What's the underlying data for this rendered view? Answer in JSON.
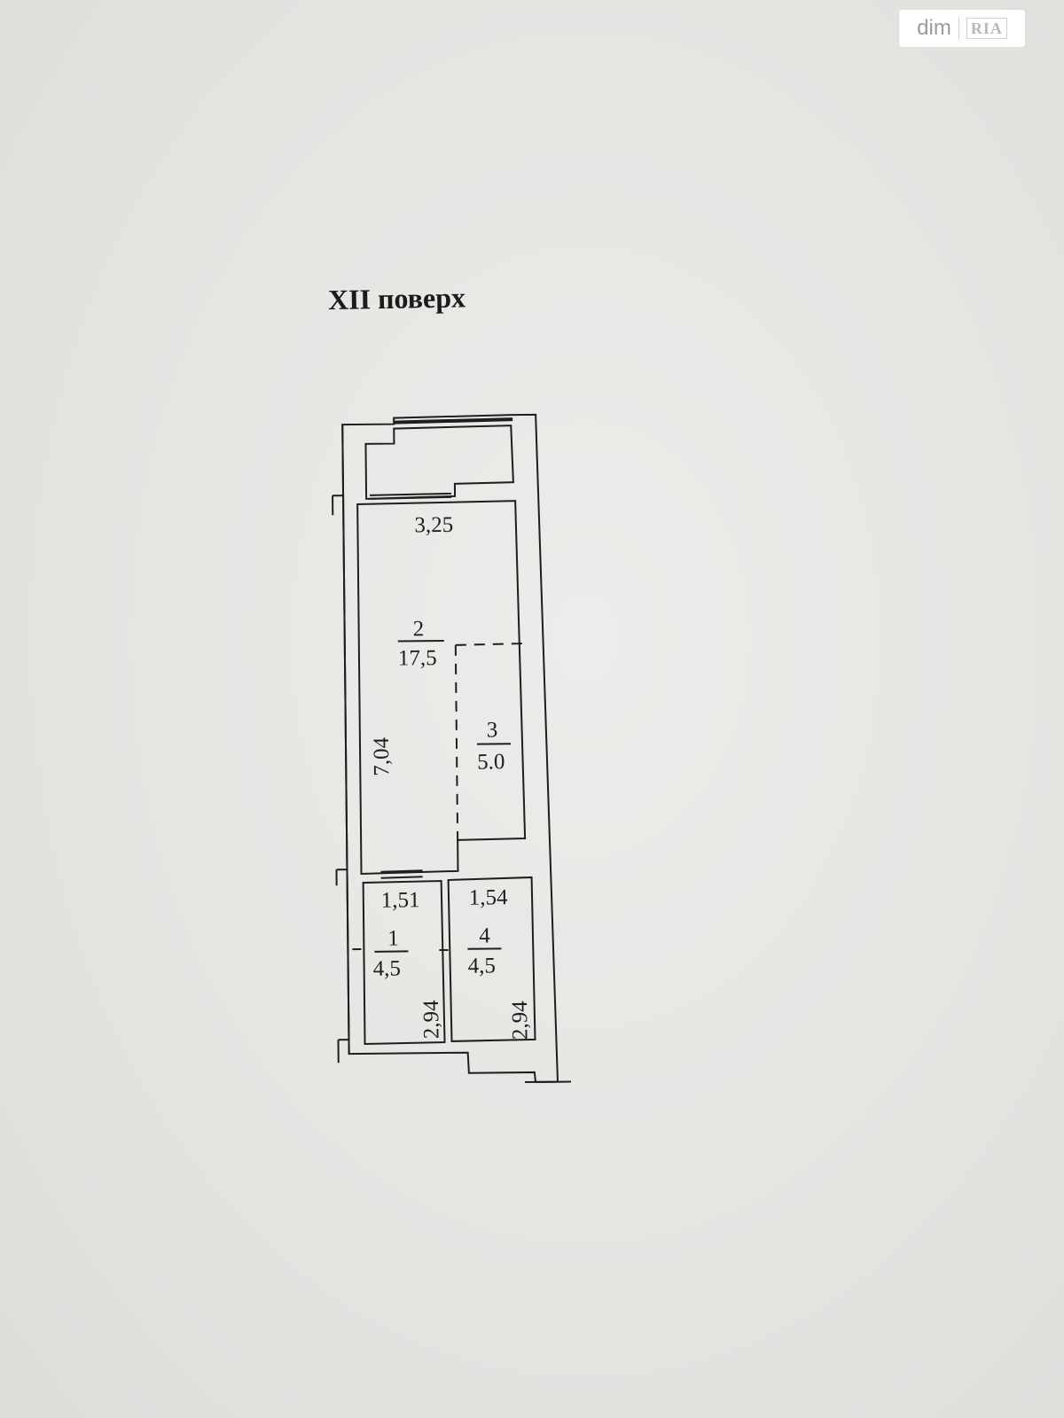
{
  "watermark": {
    "brand": "dim",
    "logo_text": "RIA"
  },
  "title": "XII поверх",
  "rooms": [
    {
      "number": "1",
      "area": "4,5"
    },
    {
      "number": "2",
      "area": "17,5"
    },
    {
      "number": "3",
      "area": "5.0"
    },
    {
      "number": "4",
      "area": "4,5"
    }
  ],
  "dimensions": {
    "room2_width": "3,25",
    "room2_length": "7,04",
    "room1_width": "1,51",
    "room4_width": "1,54",
    "room1_length": "2,94",
    "room4_length": "2,94"
  },
  "colors": {
    "paper": "#e6e6e3",
    "ink": "#1e1e1e"
  }
}
